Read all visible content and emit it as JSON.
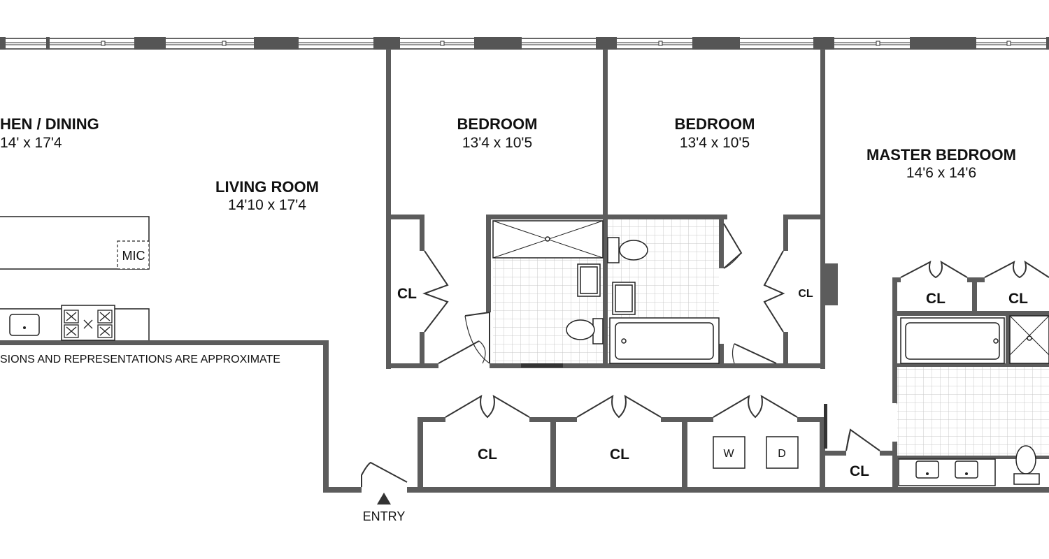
{
  "plan": {
    "rooms": {
      "kitchen": {
        "name": "HEN / DINING",
        "dims": "14' x 17'4"
      },
      "living": {
        "name": "LIVING ROOM",
        "dims": "14'10 x 17'4"
      },
      "bedroom1": {
        "name": "BEDROOM",
        "dims": "13'4 x 10'5"
      },
      "bedroom2": {
        "name": "BEDROOM",
        "dims": "13'4 x 10'5"
      },
      "master": {
        "name": "MASTER BEDROOM",
        "dims": "14'6 x 14'6"
      }
    },
    "closet_label": "CL",
    "appliances": {
      "microwave": "MIC",
      "washer": "W",
      "dryer": "D"
    },
    "disclaimer": "SIONS AND REPRESENTATIONS ARE APPROXIMATE",
    "entry_label": "ENTRY",
    "colors": {
      "wall": "#5c5c5c",
      "window_block": "#555555",
      "tile_grid": "#cccccc",
      "background": "#ffffff"
    }
  }
}
